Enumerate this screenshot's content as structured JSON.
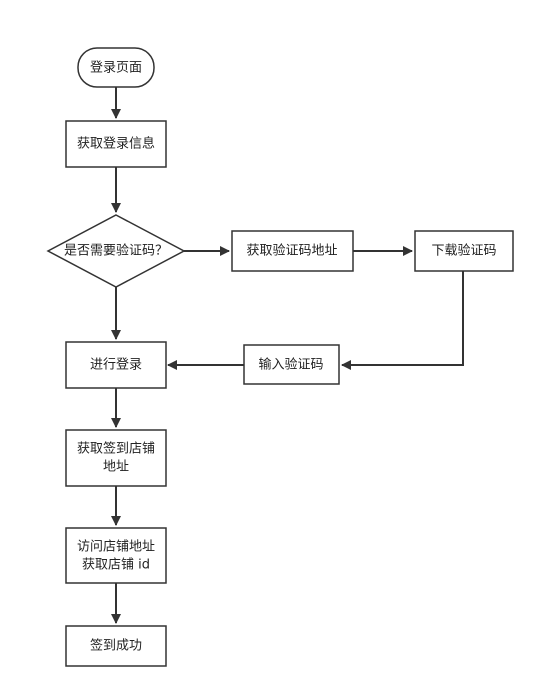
{
  "diagram": {
    "nodes": {
      "login_page": "登录页面",
      "get_login_info": "获取登录信息",
      "need_captcha": "是否需要验证码？",
      "get_captcha_url": "获取验证码地址",
      "download_captcha": "下载验证码",
      "input_captcha": "输入验证码",
      "do_login": "进行登录",
      "get_checkin_url_line1": "获取签到店铺",
      "get_checkin_url_line2": "地址",
      "visit_shop_line1": "访问店铺地址",
      "visit_shop_line2": "获取店铺 id",
      "checkin_success": "签到成功"
    }
  },
  "colors": {
    "stroke": "#333333",
    "fill": "#ffffff",
    "text": "#222222"
  }
}
